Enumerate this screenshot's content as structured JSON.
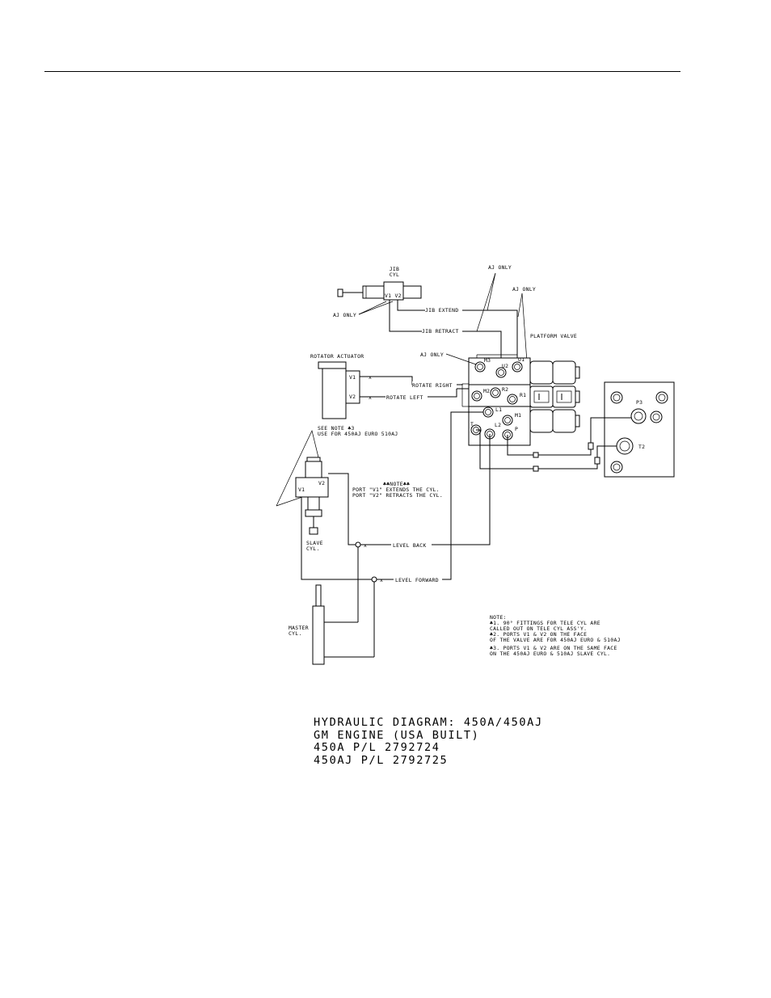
{
  "labels": {
    "jib_cyl": [
      "JIB",
      "CYL"
    ],
    "jib_ports": "V1 V2",
    "aj_only_jib": "AJ ONLY",
    "aj_only_top1": "AJ ONLY",
    "aj_only_top2": "AJ ONLY",
    "platform_valve": "PLATFORM VALVE",
    "aj_only_valve": "AJ ONLY",
    "jib_extend": "JIB EXTEND",
    "jib_retract": "JIB RETRACT",
    "rotator_actuator": "ROTATOR ACTUATOR",
    "rotator_v1": "V1",
    "rotator_v2": "V2",
    "rotate_right": "ROTATE RIGHT",
    "rotate_left": "ROTATE LEFT",
    "port_m3": "M3",
    "port_u2": "U2",
    "port_u1": "U1",
    "port_m2": "M2",
    "port_r2": "R2",
    "port_r1": "R1",
    "port_l1": "L1",
    "port_t": "T",
    "port_m1": "M1",
    "port_l2": "L2",
    "port_p": "P",
    "port_p3": "P3",
    "port_t2": "T2",
    "see_note": [
      "SEE NOTE ♣3",
      "USE FOR 450AJ EURO 510AJ"
    ],
    "slave_v1": "V1",
    "slave_v2": "V2",
    "slave_cyl": [
      "SLAVE",
      "CYL."
    ],
    "note_box": [
      "♣♣NOTE♣♣",
      "PORT  \"V1\" EXTENDS THE CYL.",
      "PORT  \"V2\" RETRACTS THE CYL."
    ],
    "level_back": "LEVEL BACK",
    "level_forward": "LEVEL FORWARD",
    "master_cyl": [
      "MASTER",
      "CYL."
    ],
    "notes": [
      "NOTE:",
      "♣1. 90° FITTINGS FOR TELE CYL ARE",
      "CALLED OUT ON TELE CYL ASS'Y.",
      "♣2. PORTS V1 & V2 ON THE FACE",
      "OF THE VALVE ARE FOR 450AJ EURO & 510AJ",
      "♣3. PORTS V1 & V2 ARE ON THE SAME FACE",
      "ON THE 450AJ EURO & 510AJ SLAVE CYL."
    ]
  },
  "caption": {
    "line1": "HYDRAULIC DIAGRAM: 450A/450AJ",
    "line2": "GM ENGINE (USA BUILT)",
    "line3": "450A P/L 2792724",
    "line4": "450AJ P/L 2792725"
  }
}
